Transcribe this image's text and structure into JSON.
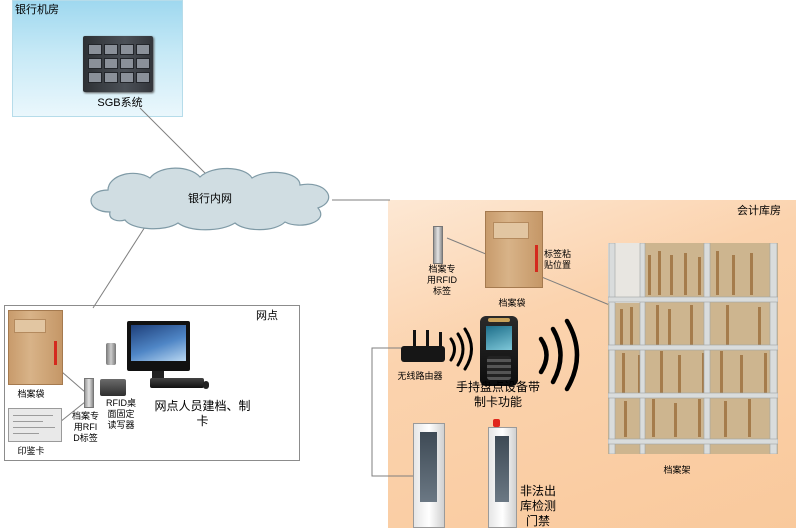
{
  "bank_room": {
    "title": "银行机房",
    "system_label": "SGB系统"
  },
  "network": {
    "cloud_label": "银行内网"
  },
  "branch": {
    "title": "网点",
    "bag_label": "档案袋",
    "card_label": "印鉴卡",
    "tag_label": "档案专用RFID标签",
    "reader_label": "RFID桌面固定读写器",
    "staff_caption": "网点人员建档、制卡"
  },
  "vault": {
    "title": "会计库房",
    "tag_label": "档案专用RFID标签",
    "bag_label": "档案袋",
    "tag_position_label": "标签粘贴位置",
    "shelf_label": "档案架",
    "router_label": "无线路由器",
    "handheld_label": "手持盘点设备带制卡功能",
    "gate_label": "非法出库检测门禁"
  },
  "colors": {
    "bank_room_bg": "#c6e9f6",
    "vault_bg": "#fbd3ae",
    "cloud_fill": "#d0dde2",
    "link_line": "#7f7f7f",
    "tag_marker": "#d42a1e"
  },
  "icons": {
    "server": "server-icon",
    "cloud": "cloud-icon",
    "archive_bag": "archive-bag-icon",
    "seal_card": "seal-card-icon",
    "rfid_tag": "rfid-tag-icon",
    "rfid_reader": "rfid-reader-icon",
    "computer": "computer-icon",
    "router": "wireless-router-icon",
    "handheld": "handheld-scanner-icon",
    "signal": "signal-waves-icon",
    "shelf": "archive-shelf-icon",
    "gate": "security-gate-icon"
  }
}
